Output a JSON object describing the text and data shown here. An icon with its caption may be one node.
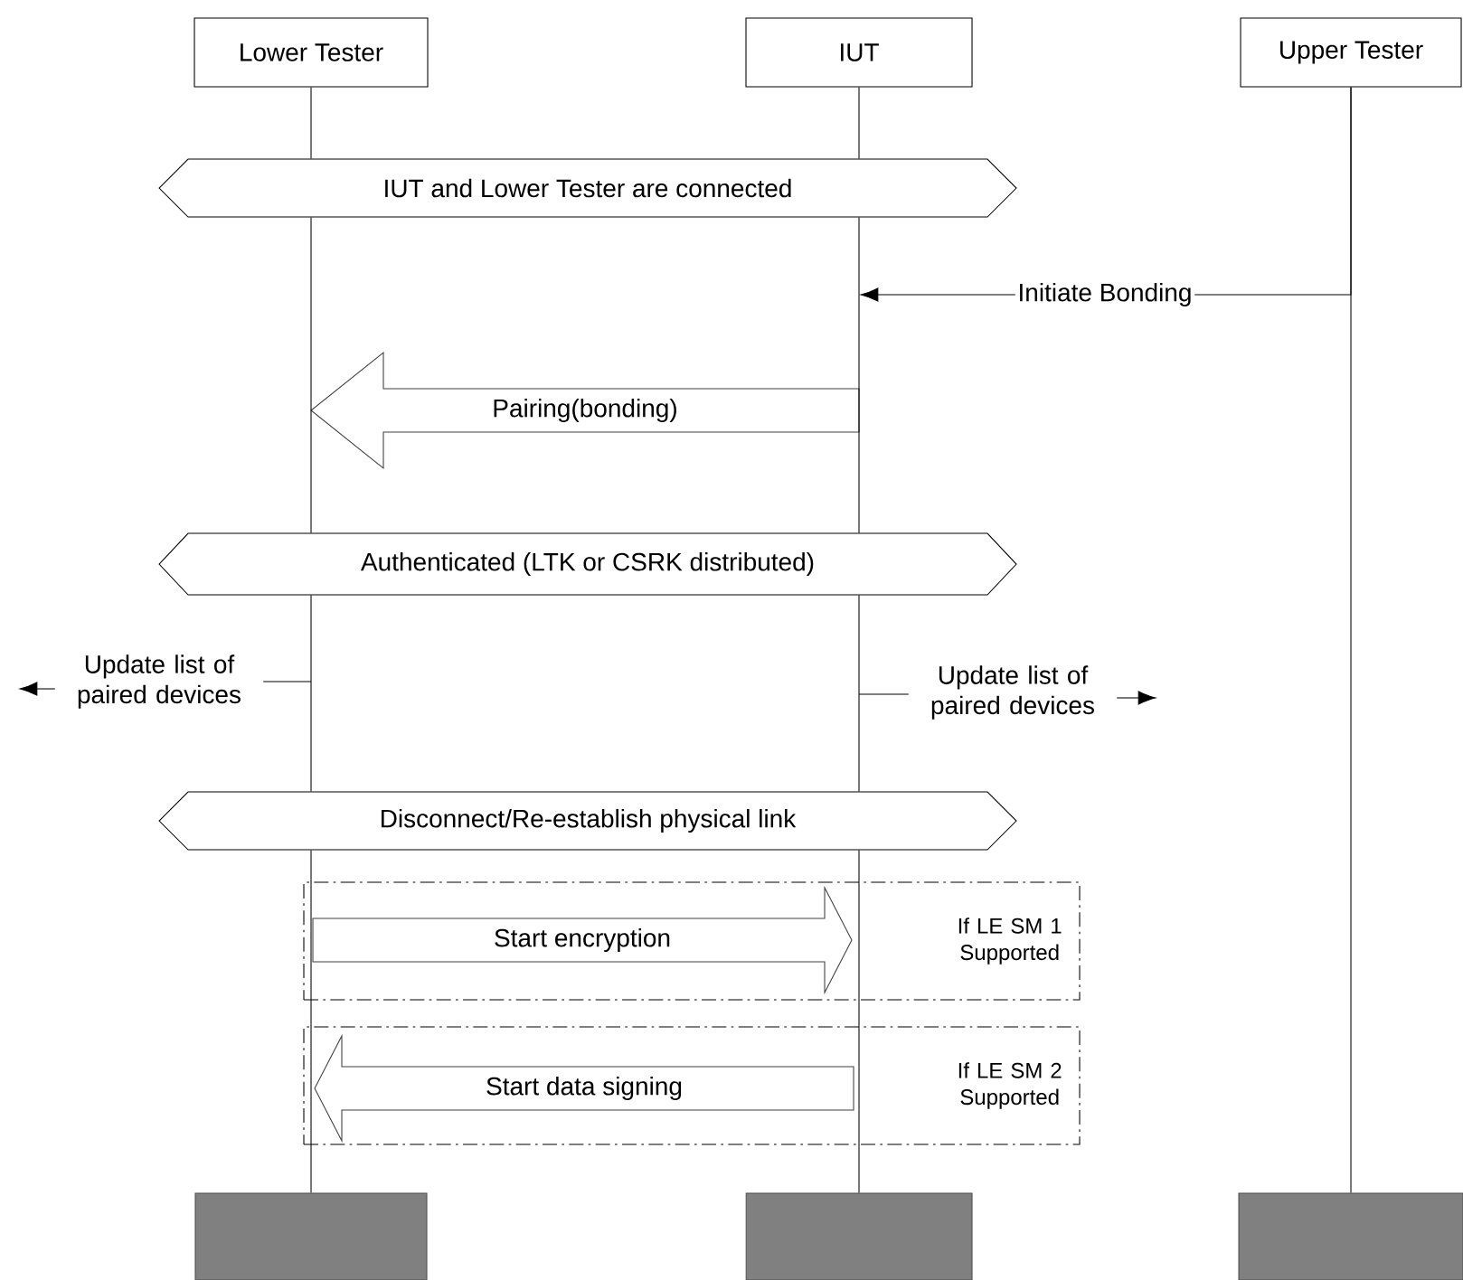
{
  "diagram": {
    "nodes": [
      {
        "text": [
          "Lower Tester"
        ]
      },
      {
        "text": [
          "IUT"
        ]
      },
      {
        "text": [
          "Upper Tester"
        ]
      },
      {
        "text": [
          "IUT and Lower Tester are connected"
        ]
      },
      {
        "text": [
          "Pairing(bonding)"
        ]
      },
      {
        "text": [
          "Authenticated (LTK or CSRK distributed)"
        ]
      },
      {
        "text": [
          "Update list of paired devices"
        ]
      },
      {
        "text": [
          "Update list of paired devices"
        ]
      },
      {
        "text": [
          "Disconnect/Re-establish physical link"
        ]
      },
      {
        "text": [
          "If LE SM 1 Supported"
        ]
      },
      {
        "text": [
          "Start encryption"
        ],
        "in": 9
      },
      {
        "text": [
          "If LE SM 2 Supported"
        ]
      },
      {
        "text": [
          "Start data signing"
        ],
        "in": 11
      },
      {
        "text": [],
        "shape": "box"
      },
      {
        "text": [],
        "shape": "box"
      },
      {
        "text": [],
        "shape": "box"
      }
    ],
    "edges": [
      {
        "from": 0,
        "to": 3,
        "arrow": "none"
      },
      {
        "from": 3,
        "to": 5,
        "arrow": "none"
      },
      {
        "from": 5,
        "to": 8,
        "arrow": "none"
      },
      {
        "from": 8,
        "to": 13,
        "arrow": "none"
      },
      {
        "from": 1,
        "to": 3,
        "arrow": "none"
      },
      {
        "from": 3,
        "to": 5,
        "arrow": "none"
      },
      {
        "from": 5,
        "to": 8,
        "arrow": "none"
      },
      {
        "from": 8,
        "to": 14,
        "arrow": "none"
      },
      {
        "from": 2,
        "to": 15,
        "arrow": "none"
      },
      {
        "from": 2,
        "to": null,
        "arrow": "to",
        "label": "Initiate Bonding"
      },
      {
        "from": null,
        "to": 6,
        "arrow": "none"
      },
      {
        "from": 6,
        "to": null,
        "arrow": "to"
      },
      {
        "from": null,
        "to": 7,
        "arrow": "none"
      },
      {
        "from": 7,
        "to": null,
        "arrow": "to"
      }
    ]
  }
}
